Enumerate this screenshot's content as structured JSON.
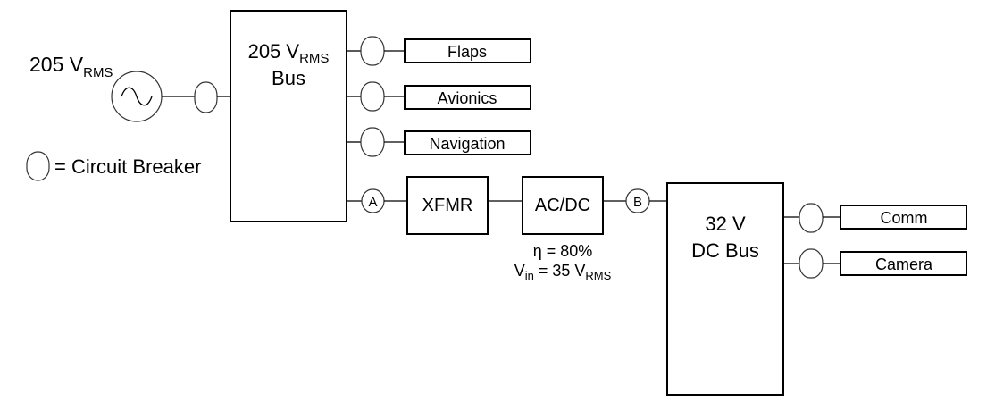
{
  "source": {
    "label_main": "205 V",
    "label_sub": "RMS",
    "icon": "ac-source-icon"
  },
  "legend": {
    "text": "= Circuit Breaker",
    "icon": "circuit-breaker-icon"
  },
  "ac_bus": {
    "line1_main": "205 V",
    "line1_sub": "RMS",
    "line2": "Bus"
  },
  "ac_loads": [
    {
      "label": "Flaps"
    },
    {
      "label": "Avionics"
    },
    {
      "label": "Navigation"
    }
  ],
  "chain": {
    "point_a": "A",
    "xfmr": "XFMR",
    "acdc": "AC/DC",
    "point_b": "B",
    "efficiency": "η = 80%",
    "vin_main": "V",
    "vin_sub": "in",
    "vin_rest": " = 35 V",
    "vin_unit_sub": "RMS"
  },
  "dc_bus": {
    "line1": "32 V",
    "line2": "DC Bus"
  },
  "dc_loads": [
    {
      "label": "Comm"
    },
    {
      "label": "Camera"
    }
  ]
}
